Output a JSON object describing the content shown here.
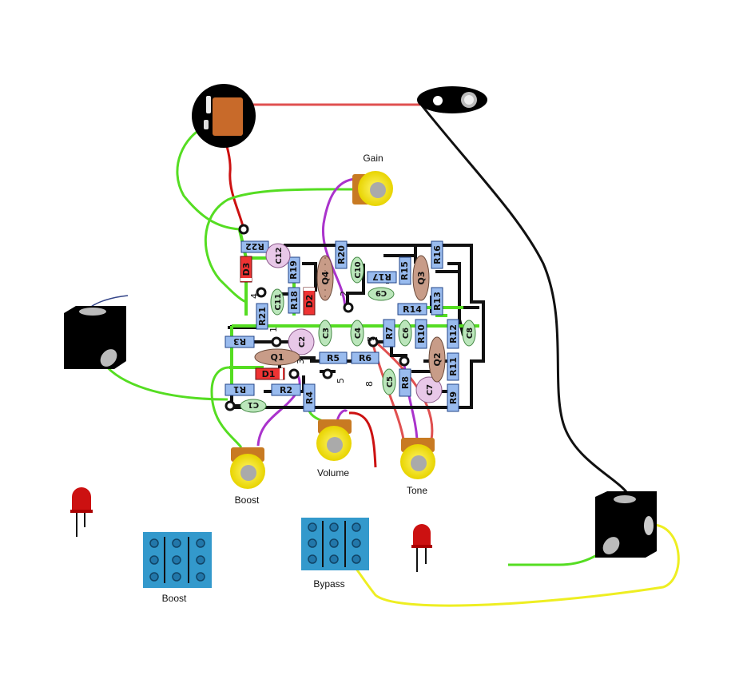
{
  "labels": {
    "gain": "Gain",
    "volume": "Volume",
    "tone": "Tone",
    "boost_pot": "Boost",
    "boost_switch": "Boost",
    "bypass_switch": "Bypass"
  },
  "resistors": {
    "r1": "R1",
    "r2": "R2",
    "r3": "R3",
    "r4": "R4",
    "r5": "R5",
    "r6": "R6",
    "r7": "R7",
    "r8": "R8",
    "r9": "R9",
    "r10": "R10",
    "r11": "R11",
    "r12": "R12",
    "r13": "R13",
    "r14": "R14",
    "r15": "R15",
    "r16": "R16",
    "r17": "R17",
    "r18": "R18",
    "r19": "R19",
    "r20": "R20",
    "r21": "R21",
    "r22": "R22"
  },
  "capacitors": {
    "c1": "C1",
    "c2": "C2",
    "c3": "C3",
    "c4": "C4",
    "c5": "C5",
    "c6": "C6",
    "c7": "C7",
    "c8": "C8",
    "c9": "C9",
    "c10": "C10",
    "c11": "C11",
    "c12": "C12"
  },
  "diodes": {
    "d1": "D1",
    "d2": "D2",
    "d3": "D3"
  },
  "transistors": {
    "q1": "Q1",
    "q2": "Q2",
    "q3": "Q3",
    "q4": "Q4"
  },
  "pads": {
    "p1": "1",
    "p2": "2",
    "p3": "3",
    "p4": "4",
    "p5": "5",
    "p7": "7",
    "p8": "8"
  },
  "colors": {
    "trace": "#111111",
    "ground_wire": "#55dd22",
    "power_wire": "#cc1111",
    "signal_wire": "#aa33cc",
    "bypass_wire": "#eeee22",
    "battery_wire": "#e05050",
    "resistor": "#99bbee",
    "capacitor": "#bbe6bb",
    "electrolytic": "#e8c8e8",
    "diode": "#ee3333",
    "transistor": "#c89c88",
    "pot": "#eedd11",
    "switch": "#3399cc",
    "led": "#cc1111"
  }
}
